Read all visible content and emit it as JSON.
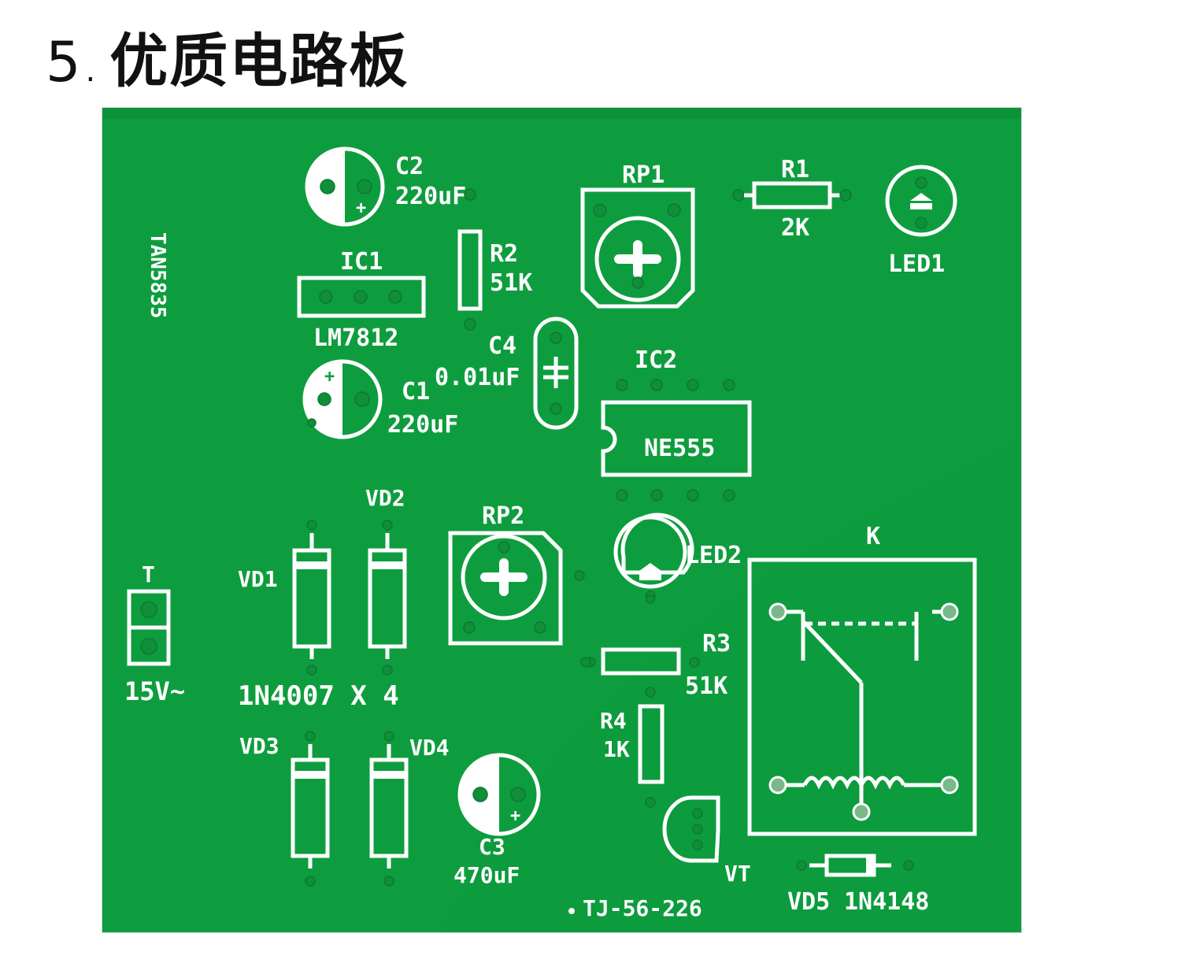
{
  "heading": {
    "number": "5",
    "separator": ".",
    "title": "优质电路板"
  },
  "board": {
    "colors": {
      "solder_mask": "#0e9d3e",
      "silkscreen": "#ffffff",
      "pad": "#108e3a"
    },
    "labels": {
      "serial": "TAN5835",
      "c2": "C2",
      "c2_val": "220uF",
      "ic1": "IC1",
      "ic1_part": "LM7812",
      "r2": "R2",
      "r2_val": "51K",
      "rp1": "RP1",
      "r1": "R1",
      "r1_val": "2K",
      "led1": "LED1",
      "c4": "C4",
      "c4_val": "0.01uF",
      "c1": "C1",
      "c1_val": "220uF",
      "ic2": "IC2",
      "ic2_part": "NE555",
      "vd2": "VD2",
      "rp2": "RP2",
      "vd1": "VD1",
      "t": "T",
      "t_volt": "15V~",
      "led2": "LED2",
      "k": "K",
      "r3": "R3",
      "r3_val": "51K",
      "diodes": "1N4007  X  4",
      "r4": "R4",
      "r4_val": "1K",
      "vd3": "VD3",
      "vd4": "VD4",
      "c3": "C3",
      "c3_val": "470uF",
      "vt": "VT",
      "vd5": "VD5",
      "vd5_part": "1N4148",
      "code": "TJ-56-226"
    }
  }
}
